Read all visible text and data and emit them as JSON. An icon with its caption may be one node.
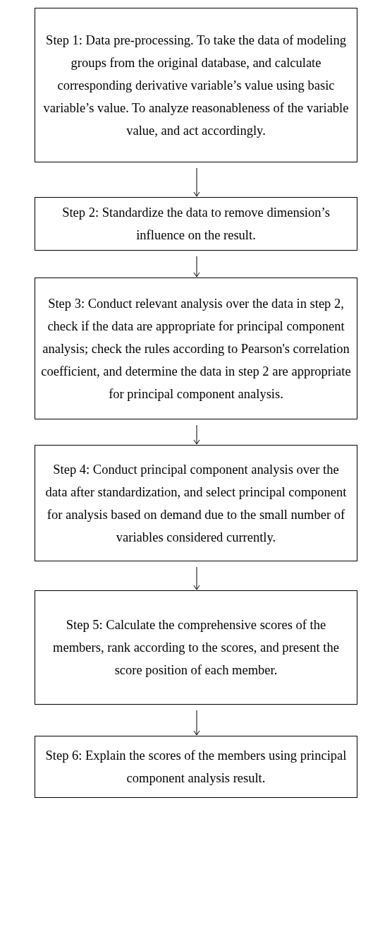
{
  "diagram": {
    "nodes": [
      {
        "text": [
          "Step 1: Data pre-processing. To take the data of modeling groups from the original database, and calculate corresponding derivative variable’s value using basic variable’s value. To analyze reasonableness of the variable value, and act accordingly."
        ]
      },
      {
        "text": [
          "Step 2: Standardize the data to remove dimension’s influence on the result."
        ]
      },
      {
        "text": [
          "Step 3: Conduct relevant analysis over the data in step 2, check if the data are appropriate for principal component analysis; check the rules according to Pearson's correlation coefficient, and determine the data in step 2 are appropriate for principal component analysis."
        ]
      },
      {
        "text": [
          "Step 4: Conduct principal component analysis over the data after standardization, and select principal component for analysis based on demand due to the small number of variables considered currently."
        ]
      },
      {
        "text": [
          "Step 5: Calculate the comprehensive scores of the members, rank according to the scores, and present the score position of each member."
        ]
      },
      {
        "text": [
          "Step 6: Explain the scores of the members using principal component analysis result."
        ]
      }
    ],
    "edges": [
      {
        "from": 0,
        "to": 1,
        "arrow": "to"
      },
      {
        "from": 1,
        "to": 2,
        "arrow": "to"
      },
      {
        "from": 2,
        "to": 3,
        "arrow": "to"
      },
      {
        "from": 3,
        "to": 4,
        "arrow": "to"
      },
      {
        "from": 4,
        "to": 5,
        "arrow": "to"
      }
    ]
  }
}
